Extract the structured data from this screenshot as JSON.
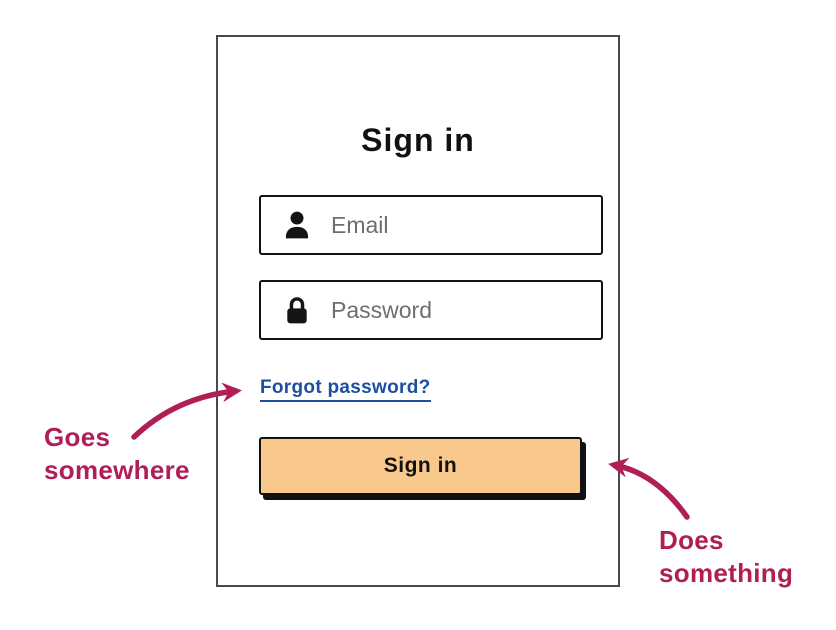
{
  "card": {
    "title": "Sign in"
  },
  "form": {
    "email": {
      "placeholder": "Email",
      "value": "",
      "icon": "person-icon"
    },
    "password": {
      "placeholder": "Password",
      "value": "",
      "icon": "lock-icon"
    },
    "forgot_link": "Forgot password?",
    "submit_label": "Sign in"
  },
  "annotations": {
    "forgot": {
      "text": "Goes somewhere",
      "points_to": "forgot-password-link"
    },
    "button": {
      "text": "Does something",
      "points_to": "signin-button"
    }
  },
  "colors": {
    "annotation": "#b01e56",
    "link": "#1d4f9e",
    "button_fill": "#f9c88d",
    "outline": "#111111",
    "placeholder_text": "#6e6e6e",
    "card_border": "#4a4a4a"
  }
}
